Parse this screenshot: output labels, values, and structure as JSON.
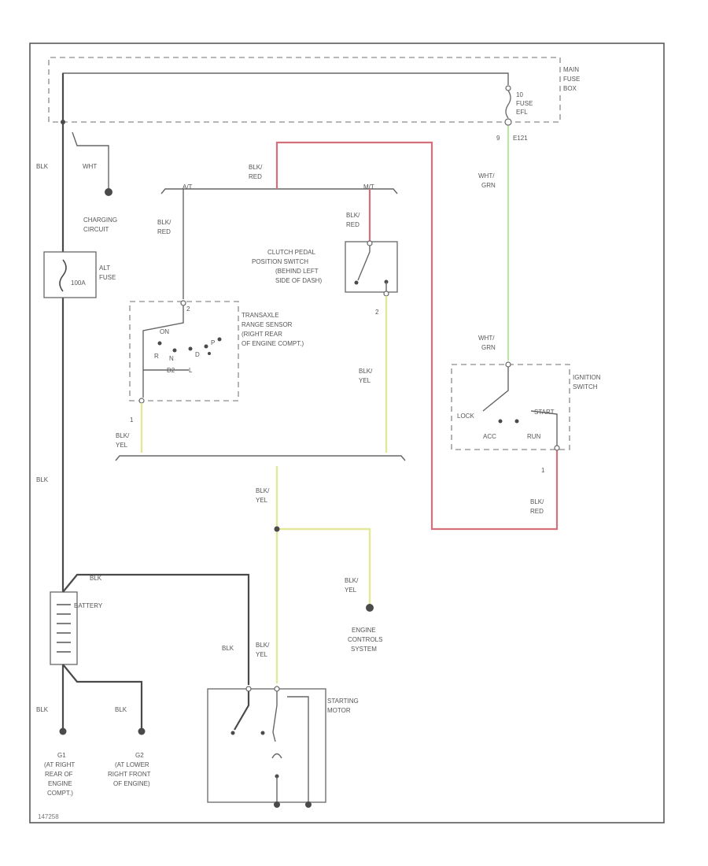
{
  "fuse_box": {
    "name_lines": [
      "MAIN",
      "FUSE",
      "BOX"
    ],
    "fuse_lines": [
      "10",
      "FUSE",
      "EFL"
    ],
    "splice_pin": "9",
    "splice": "E121"
  },
  "wires": {
    "blk": "BLK",
    "wht": "WHT",
    "wht_grn": [
      "WHT/",
      "GRN"
    ],
    "blk_red": [
      "BLK/",
      "RED"
    ],
    "blk_yel": [
      "BLK/",
      "YEL"
    ],
    "battery_blk": "BLK"
  },
  "charging": {
    "lines": [
      "CHARGING",
      "CIRCUIT"
    ]
  },
  "alt_fuse": {
    "rating": "100A",
    "lines": [
      "ALT",
      "FUSE"
    ]
  },
  "branch": {
    "at": "A/T",
    "mt": "M/T"
  },
  "transaxle": {
    "lines": [
      "TRANSAXLE",
      "RANGE SENSOR",
      "(RIGHT REAR",
      "OF ENGINE COMPT.)"
    ],
    "positions": {
      "on": "ON",
      "r": "R",
      "n": "N",
      "d": "D",
      "p": "P",
      "d2": "D2",
      "l": "L"
    },
    "pin_top": "2",
    "pin_bottom": "1"
  },
  "clutch": {
    "lines": [
      "CLUTCH PEDAL",
      "POSITION SWITCH",
      "(BEHIND LEFT",
      "SIDE OF DASH)"
    ],
    "pin": "2"
  },
  "ignition": {
    "lines": [
      "IGNITION",
      "SWITCH"
    ],
    "positions": {
      "lock": "LOCK",
      "start": "START",
      "acc": "ACC",
      "run": "RUN"
    },
    "pin": "1"
  },
  "engine_controls": {
    "lines": [
      "ENGINE",
      "CONTROLS",
      "SYSTEM"
    ]
  },
  "battery": {
    "label": "BATTERY"
  },
  "starter": {
    "lines": [
      "STARTING",
      "MOTOR"
    ]
  },
  "grounds": {
    "g1": {
      "id": "G1",
      "lines": [
        "(AT RIGHT",
        "REAR OF",
        "ENGINE",
        "COMPT.)"
      ]
    },
    "g2": {
      "id": "G2",
      "lines": [
        "(AT LOWER",
        "RIGHT FRONT",
        "OF ENGINE)"
      ]
    }
  },
  "footer": {
    "ref": "147258"
  }
}
